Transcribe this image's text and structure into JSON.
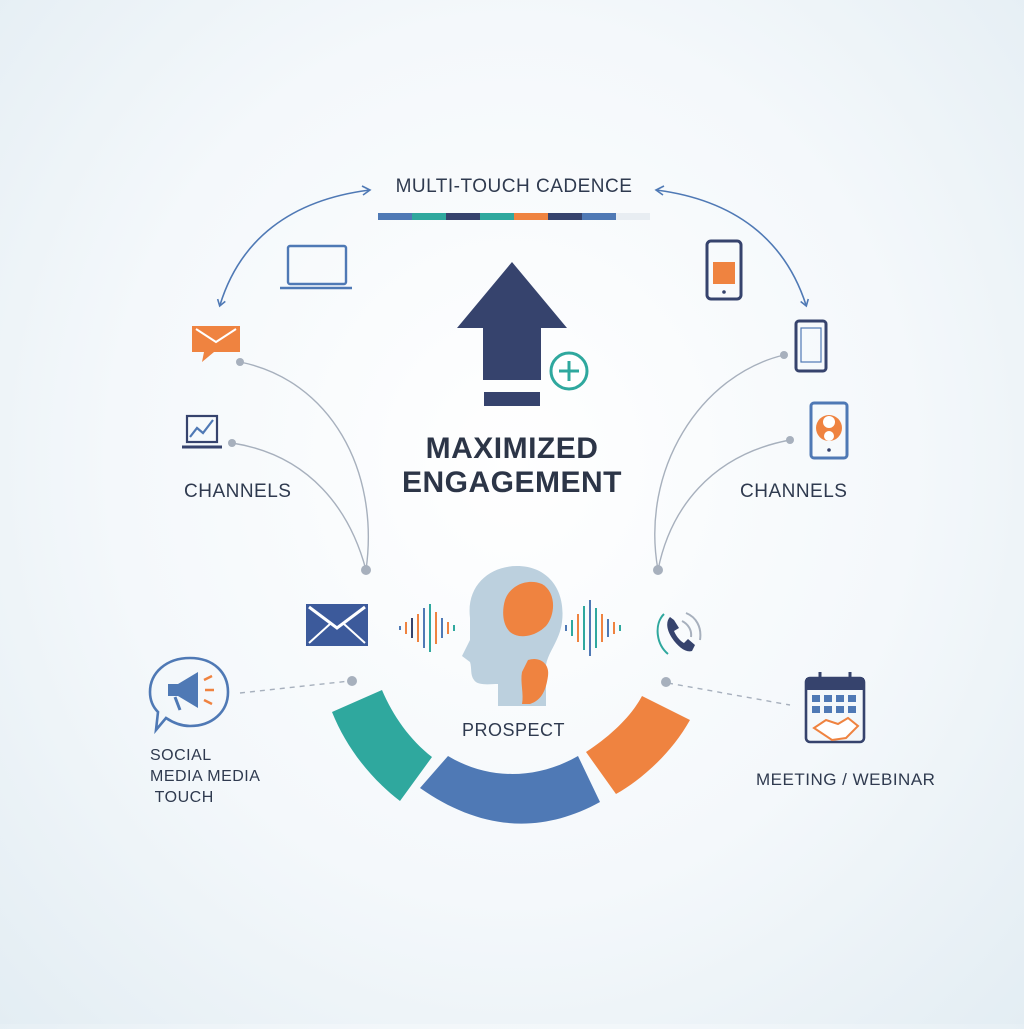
{
  "diagram": {
    "cadence_title": "MULTI-TOUCH CADENCE",
    "headline": [
      "MAXIMIZED",
      "ENGAGEMENT"
    ],
    "channels_left": "CHANNELS",
    "channels_right": "CHANNELS",
    "prospect": "PROSPECT",
    "social": [
      "SOCIAL",
      "MEDIA MEDIA",
      " TOUCH"
    ],
    "meeting": "MEETING / WEBINAR"
  },
  "colors": {
    "navy": "#36436d",
    "blue": "#4f79b5",
    "teal": "#2fa89e",
    "orange": "#ef8340",
    "gray_line": "#9ea7b5",
    "head_light": "#bcd0de"
  },
  "icons": [
    "laptop-icon",
    "email-chat-icon",
    "chart-monitor-icon",
    "envelope-icon",
    "megaphone-bubble-icon",
    "smartphone-icon",
    "tablet-icon",
    "tablet-camera-icon",
    "phone-call-icon",
    "calendar-handshake-icon",
    "arrow-up-icon",
    "plus-circle-icon",
    "prospect-head-icon"
  ]
}
